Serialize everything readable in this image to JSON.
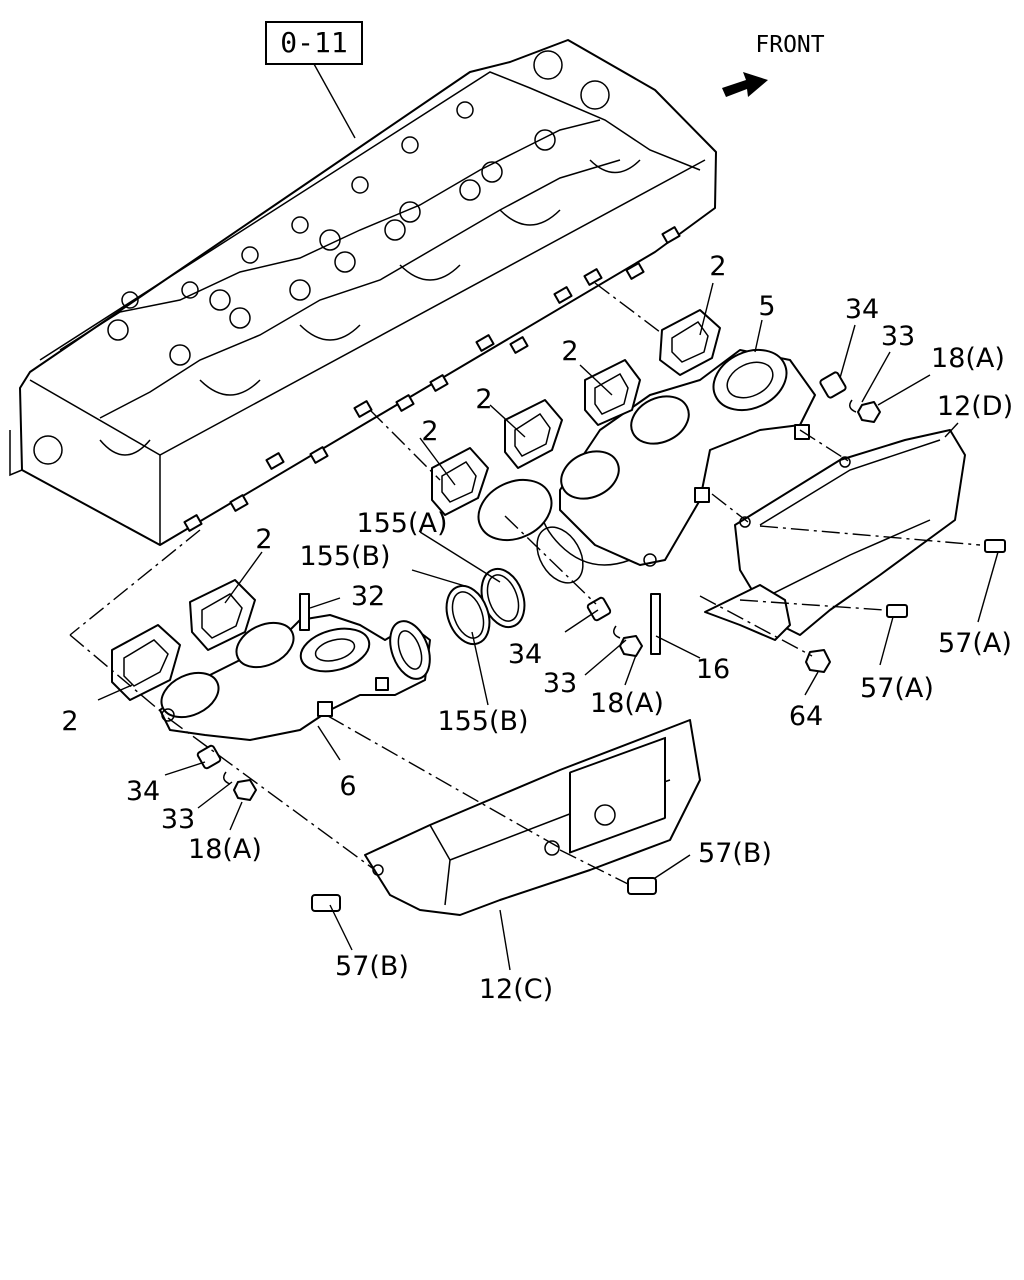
{
  "reference_box": "0-11",
  "direction_label": "FRONT",
  "callouts": [
    {
      "id": "c-2-a",
      "text": "2"
    },
    {
      "id": "c-5",
      "text": "5"
    },
    {
      "id": "c-34-a",
      "text": "34"
    },
    {
      "id": "c-33-a",
      "text": "33"
    },
    {
      "id": "c-18a-a",
      "text": "18(A)"
    },
    {
      "id": "c-12d",
      "text": "12(D)"
    },
    {
      "id": "c-2-b",
      "text": "2"
    },
    {
      "id": "c-2-c",
      "text": "2"
    },
    {
      "id": "c-2-d",
      "text": "2"
    },
    {
      "id": "c-155a",
      "text": "155(A)"
    },
    {
      "id": "c-155b-a",
      "text": "155(B)"
    },
    {
      "id": "c-2-e",
      "text": "2"
    },
    {
      "id": "c-32",
      "text": "32"
    },
    {
      "id": "c-57a-a",
      "text": "57(A)"
    },
    {
      "id": "c-34-b",
      "text": "34"
    },
    {
      "id": "c-16",
      "text": "16"
    },
    {
      "id": "c-33-b",
      "text": "33"
    },
    {
      "id": "c-57a-b",
      "text": "57(A)"
    },
    {
      "id": "c-18a-b",
      "text": "18(A)"
    },
    {
      "id": "c-155b-b",
      "text": "155(B)"
    },
    {
      "id": "c-64",
      "text": "64"
    },
    {
      "id": "c-2-f",
      "text": "2"
    },
    {
      "id": "c-6",
      "text": "6"
    },
    {
      "id": "c-34-c",
      "text": "34"
    },
    {
      "id": "c-33-c",
      "text": "33"
    },
    {
      "id": "c-18a-c",
      "text": "18(A)"
    },
    {
      "id": "c-57b-a",
      "text": "57(B)"
    },
    {
      "id": "c-57b-b",
      "text": "57(B)"
    },
    {
      "id": "c-12c",
      "text": "12(C)"
    }
  ]
}
